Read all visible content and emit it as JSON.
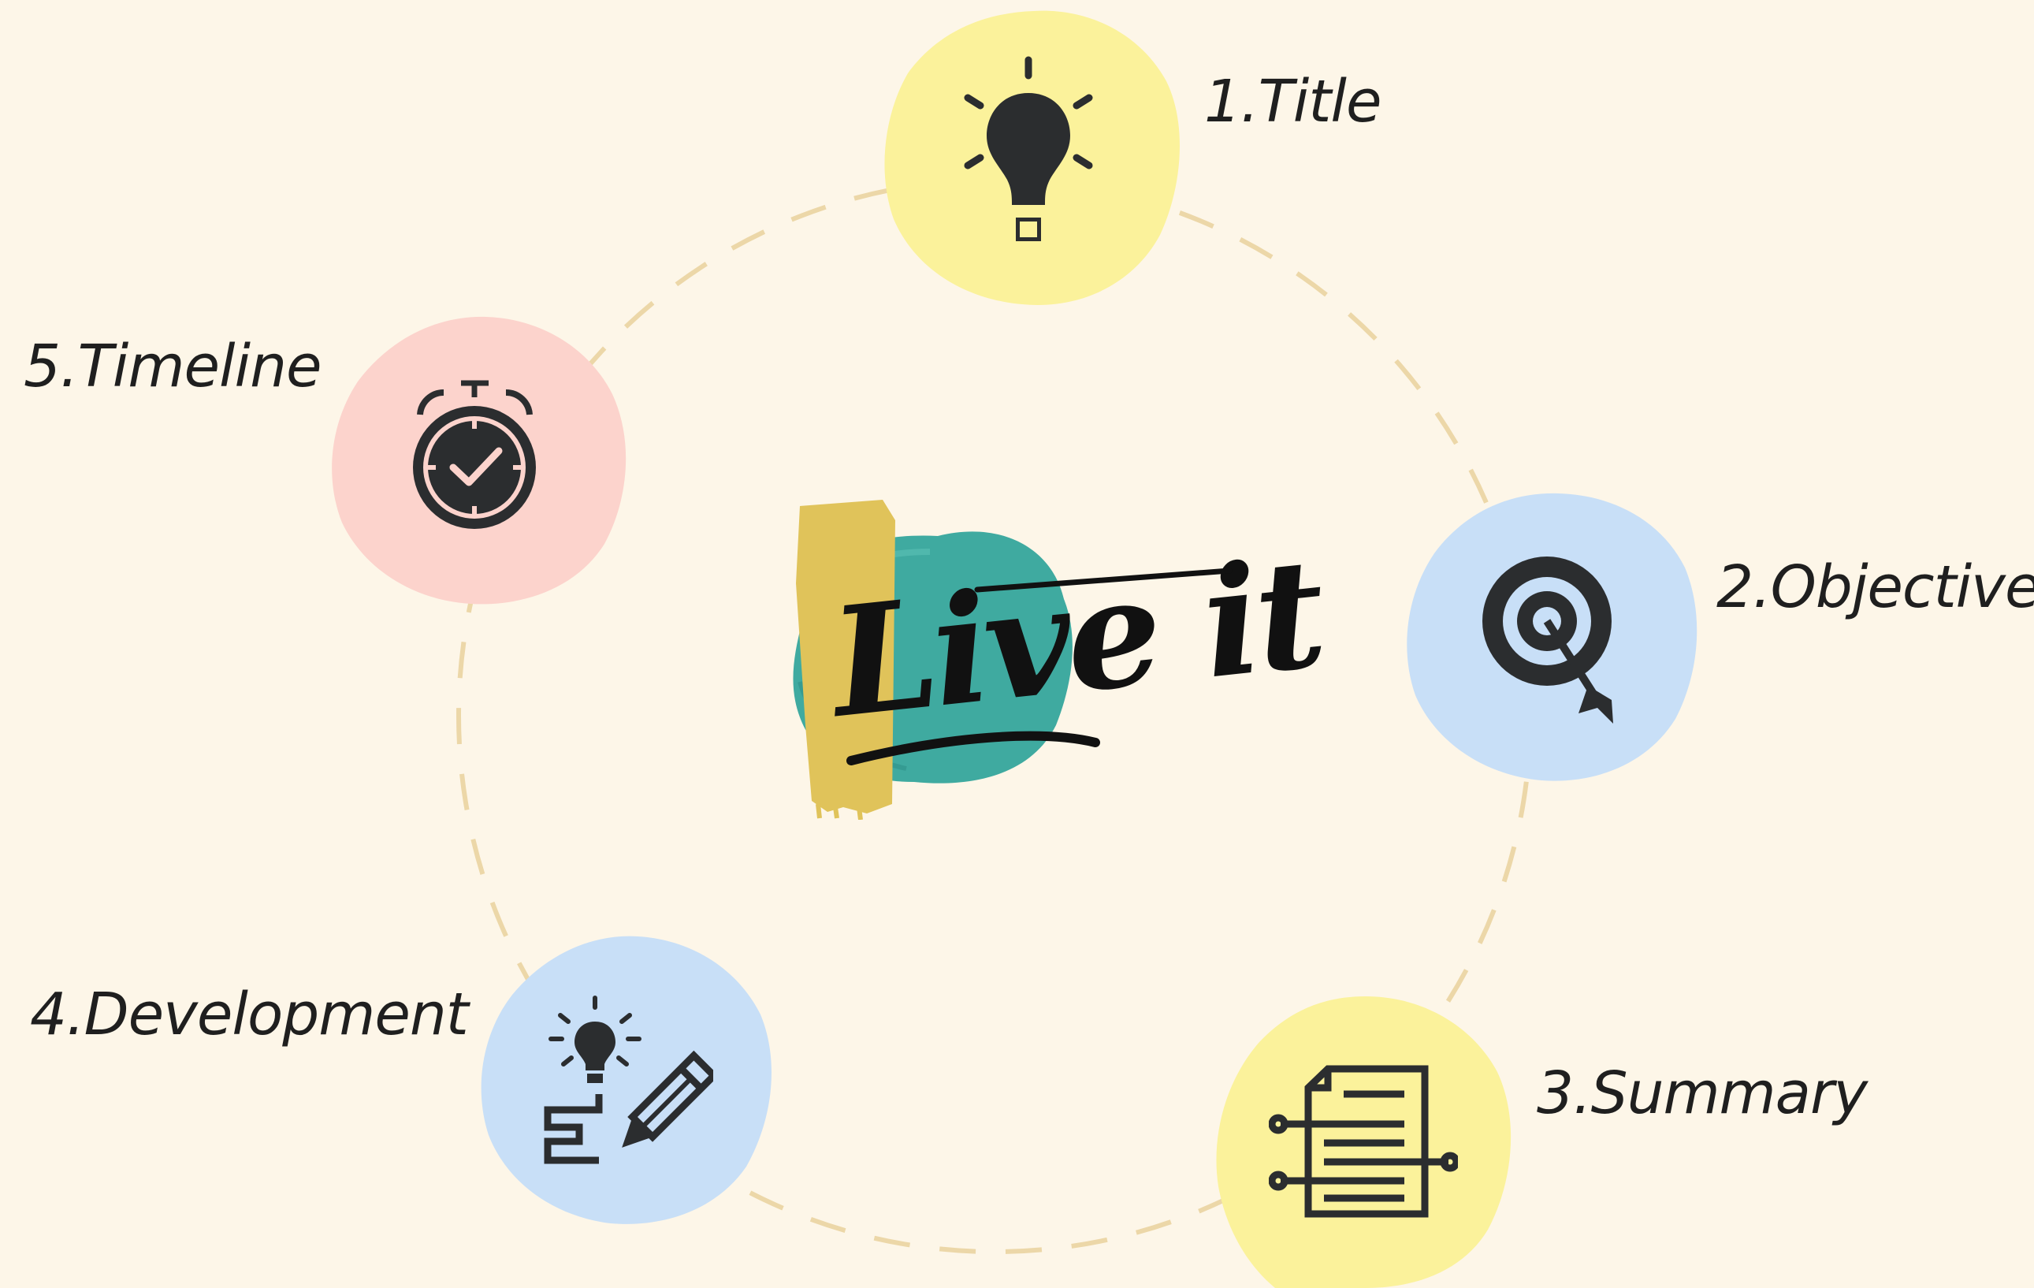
{
  "center": {
    "text": "Live it"
  },
  "steps": [
    {
      "label": "1.Title",
      "icon": "lightbulb-icon",
      "color": "#fbf29b"
    },
    {
      "label": "2.Objective",
      "icon": "target-icon",
      "color": "#c8dff7"
    },
    {
      "label": "3.Summary",
      "icon": "document-icon",
      "color": "#fbf29b"
    },
    {
      "label": "4.Development",
      "icon": "idea-pencil-icon",
      "color": "#c8dff7"
    },
    {
      "label": "5.Timeline",
      "icon": "stopwatch-icon",
      "color": "#fcd3cc"
    }
  ],
  "colors": {
    "background": "#fdf6e8",
    "ring": "#ecd7a8",
    "icon": "#2b2d2f",
    "teal": "#3faaa0",
    "mustard": "#e0c35a"
  }
}
